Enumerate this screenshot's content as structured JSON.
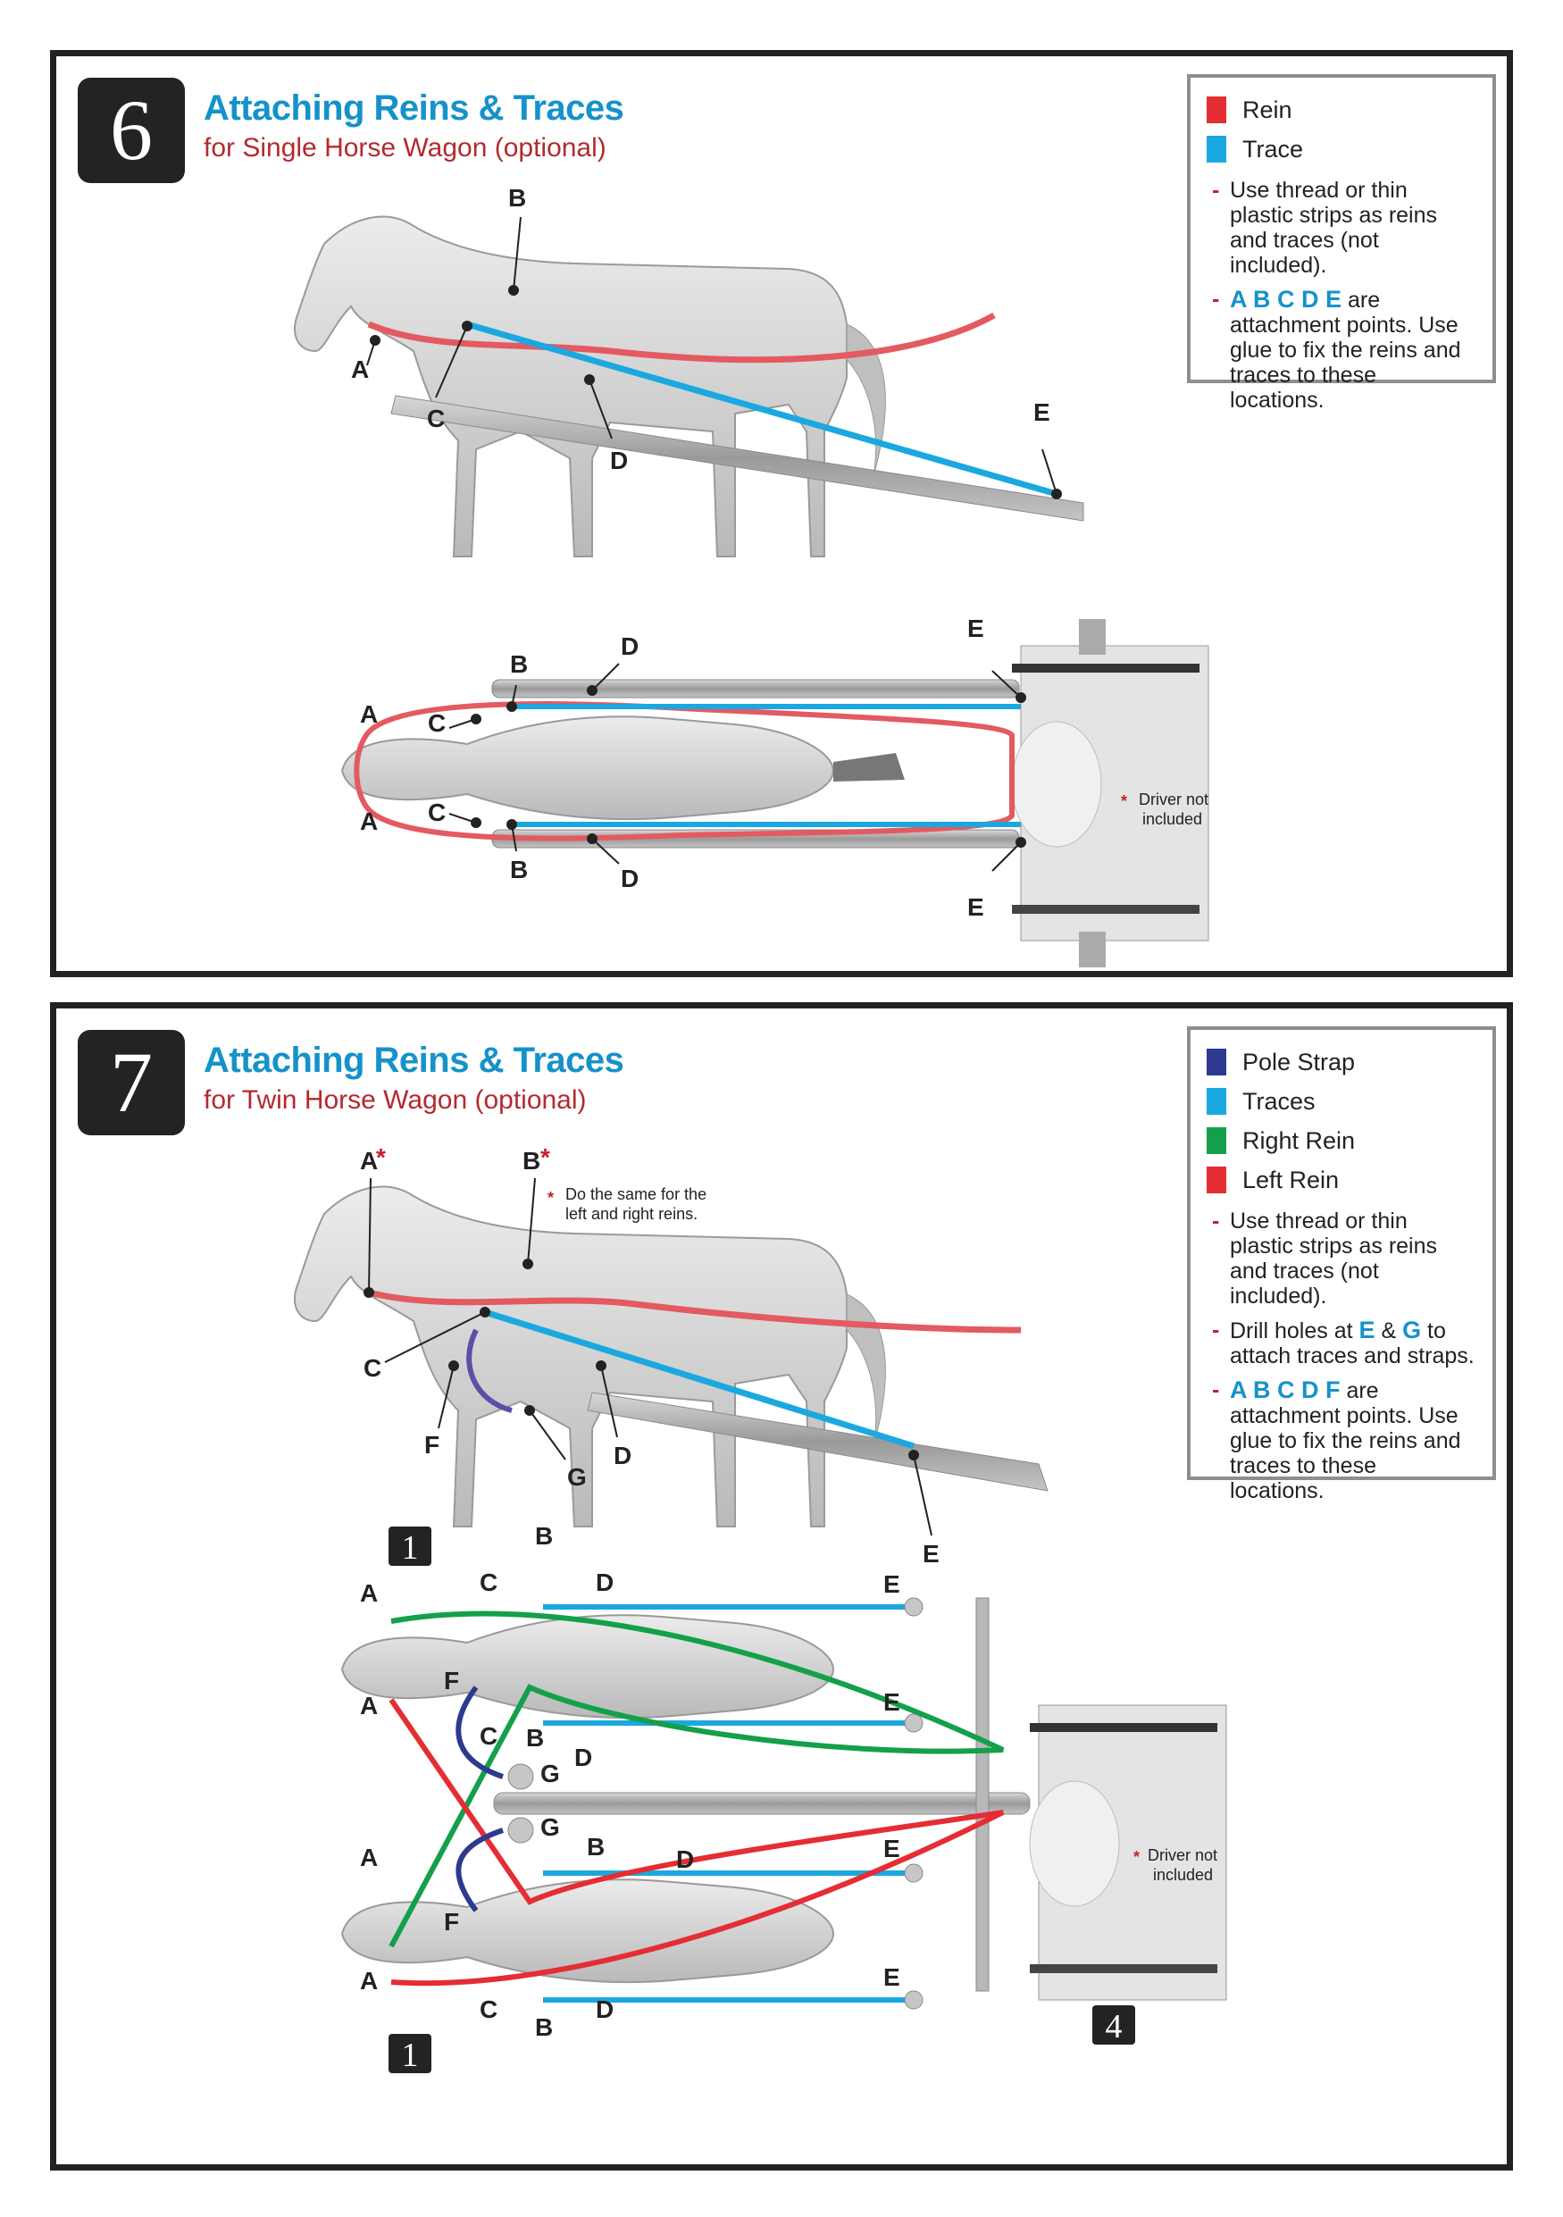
{
  "step6": {
    "number": "6",
    "title": "Attaching Reins & Traces",
    "subtitle": "for Single Horse Wagon (optional)",
    "legend": {
      "items": [
        {
          "label": "Rein",
          "color": "#e52d34"
        },
        {
          "label": "Trace",
          "color": "#1ba8e0"
        }
      ],
      "note1": "Use thread or thin plastic strips as reins and traces (not included).",
      "note2_highlight": "A B C D E",
      "note2_rest": " are attachment points.  Use glue to fix the reins and traces to these locations."
    },
    "side_labels": {
      "a": "A",
      "b": "B",
      "c": "C",
      "d": "D",
      "e": "E"
    },
    "top_labels": {
      "a": "A",
      "b": "B",
      "c": "C",
      "d": "D",
      "e": "E"
    },
    "driver_note_line1": "Driver not",
    "driver_note_line2": "included"
  },
  "step7": {
    "number": "7",
    "title": "Attaching Reins & Traces",
    "subtitle": "for Twin Horse Wagon (optional)",
    "legend": {
      "items": [
        {
          "label": "Pole Strap",
          "color": "#2e3a8f"
        },
        {
          "label": "Traces",
          "color": "#1ba8e0"
        },
        {
          "label": "Right Rein",
          "color": "#14a04a"
        },
        {
          "label": "Left Rein",
          "color": "#e52d34"
        }
      ],
      "note1": "Use thread or thin plastic strips as reins and traces (not included).",
      "note2_pre": "Drill holes at ",
      "note2_e": "E",
      "note2_amp": " & ",
      "note2_g": "G",
      "note2_post": " to attach traces and straps.",
      "note3_highlight": "A B C D F",
      "note3_rest": " are attachment points.  Use glue to fix the reins and traces to these locations."
    },
    "side_labels": {
      "a": "A",
      "b": "B",
      "c": "C",
      "d": "D",
      "e": "E",
      "f": "F",
      "g": "G"
    },
    "asterisk_note_line1": "Do the same for the",
    "asterisk_note_line2": "left and right reins.",
    "top_labels": {
      "a": "A",
      "b": "B",
      "c": "C",
      "d": "D",
      "e": "E",
      "f": "F",
      "g": "G"
    },
    "badge_1": "1",
    "badge_4": "4",
    "driver_note_line1": "Driver not",
    "driver_note_line2": "included"
  }
}
